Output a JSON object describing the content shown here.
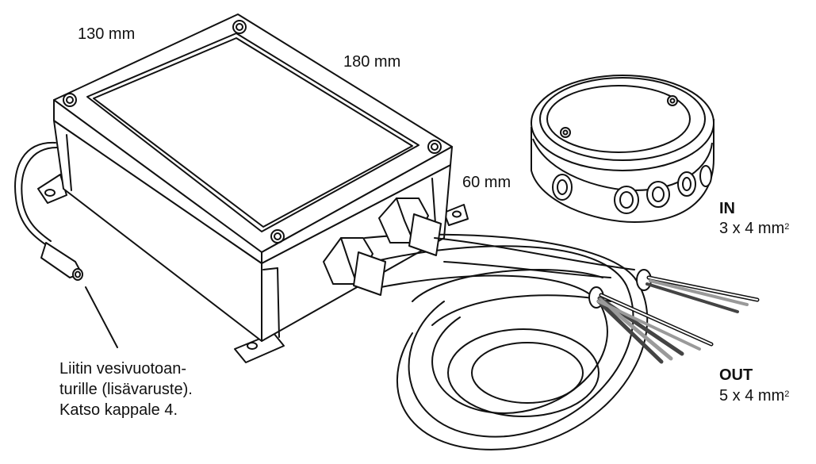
{
  "dimensions": {
    "width": "130 mm",
    "length": "180 mm",
    "height": "60 mm"
  },
  "cable_in": {
    "title": "IN",
    "spec": "3 x 4 mm",
    "sup": "2"
  },
  "cable_out": {
    "title": "OUT",
    "spec": "5 x 4 mm",
    "sup": "2"
  },
  "note": {
    "line1": "Liitin vesivuotoan-",
    "line2": "turille (lisävaruste).",
    "line3": "Katso kappale 4."
  },
  "colors": {
    "stroke": "#111111",
    "wire_dark": "#444444",
    "wire_light": "#9a9a9a"
  }
}
